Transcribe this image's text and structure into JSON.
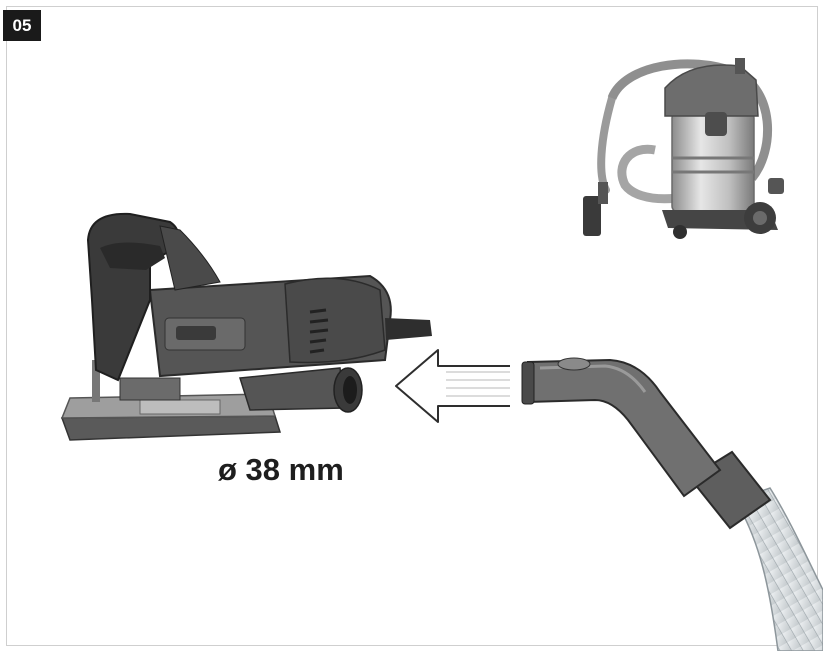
{
  "figure": {
    "step_number": "05",
    "dimension_label": "ø 38 mm"
  },
  "colors": {
    "tool_body": "#4a4a4a",
    "tool_dark": "#2b2b2b",
    "metal": "#bdbdbd",
    "hose": "#d8dde0",
    "badge": "#1a1a1a"
  },
  "icons": [
    "jigsaw-illustration",
    "vacuum-cleaner-illustration",
    "hose-nozzle-illustration",
    "insert-arrow-icon"
  ]
}
